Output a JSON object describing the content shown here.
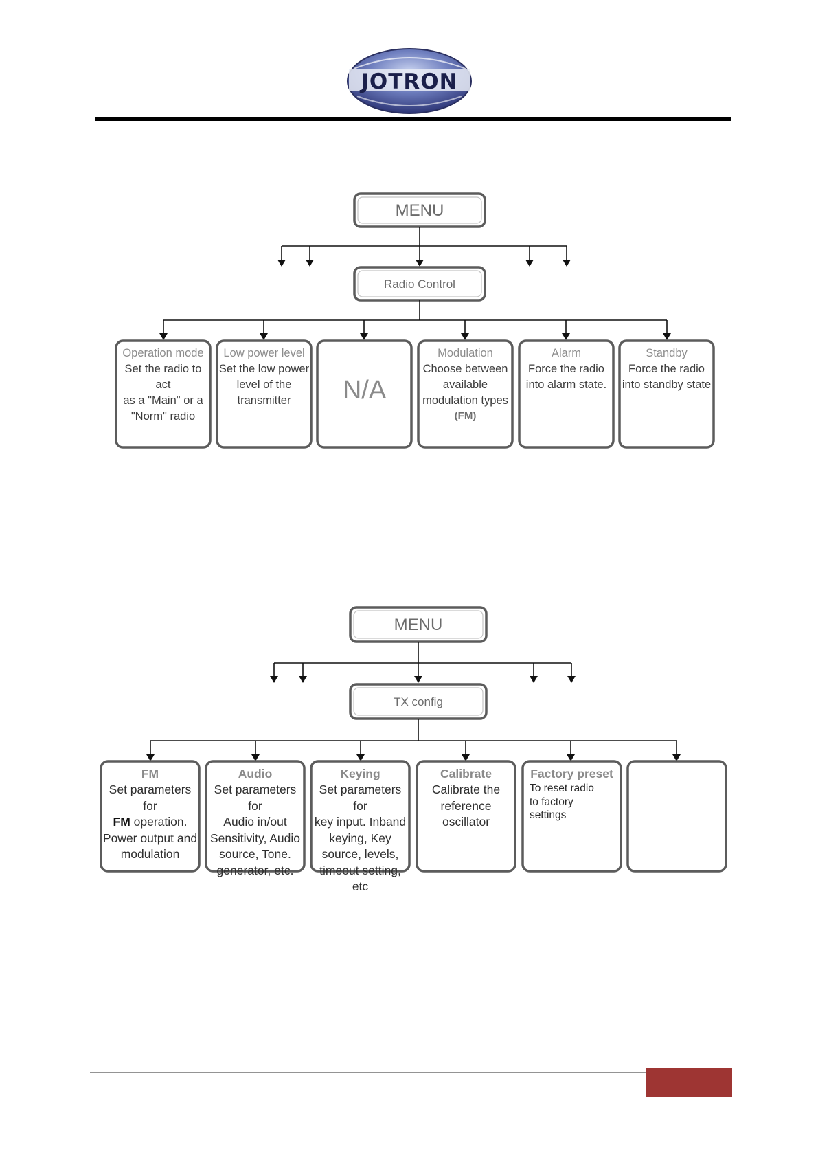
{
  "header": {
    "logo_text": "JOTRON"
  },
  "diagram1": {
    "menu_label": "MENU",
    "sub_label": "Radio Control",
    "cards": [
      {
        "title": "Operation mode",
        "lines": [
          "Set the radio to act",
          "as a \"Main\" or a",
          "\"Norm\" radio"
        ]
      },
      {
        "title": "Low power level",
        "lines": [
          "Set the low power",
          "level of the",
          "transmitter"
        ]
      },
      {
        "title": "",
        "big": "N/A"
      },
      {
        "title": "Modulation",
        "lines": [
          "Choose between",
          "available",
          "modulation types"
        ],
        "tag": "(FM)"
      },
      {
        "title": "Alarm",
        "lines": [
          "Force the radio",
          "into alarm state."
        ]
      },
      {
        "title": "Standby",
        "lines": [
          "Force the radio",
          "into standby state"
        ]
      }
    ]
  },
  "diagram2": {
    "menu_label": "MENU",
    "sub_label": "TX config",
    "cards": [
      {
        "title": "FM",
        "line1": "Set parameters for",
        "line2_bold": "FM",
        "line2_rest": " operation.",
        "line3": "Power output and",
        "line4": "modulation"
      },
      {
        "title": "Audio",
        "lines": [
          "Set parameters for",
          "Audio in/out",
          "Sensitivity, Audio",
          "source, Tone.",
          "generator, etc."
        ]
      },
      {
        "title": "Keying",
        "lines": [
          "Set parameters for",
          "key input. Inband",
          "keying, Key",
          "source, levels,",
          "timeout setting, etc"
        ]
      },
      {
        "title": "Calibrate",
        "lines": [
          "Calibrate the",
          "reference oscillator"
        ]
      },
      {
        "title": "Factory preset",
        "lines": [
          "To reset radio",
          "to factory",
          "settings"
        ]
      },
      {
        "title": "",
        "lines": []
      }
    ]
  },
  "colors": {
    "footer_accent": "#9e3533",
    "logo_blue": "#1a1f4a"
  }
}
